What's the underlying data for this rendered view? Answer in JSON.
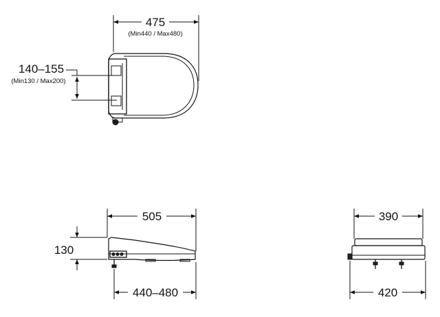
{
  "top_view": {
    "width_dim": "475",
    "width_range": "(Min440 / Max480)",
    "bolt_dim": "140–155",
    "bolt_range": "(Min130 / Max200)"
  },
  "side_view": {
    "length_dim": "505",
    "height_dim": "130",
    "bolt_to_front_dim": "440–480"
  },
  "front_view": {
    "seat_width_dim": "390",
    "base_width_dim": "420"
  }
}
